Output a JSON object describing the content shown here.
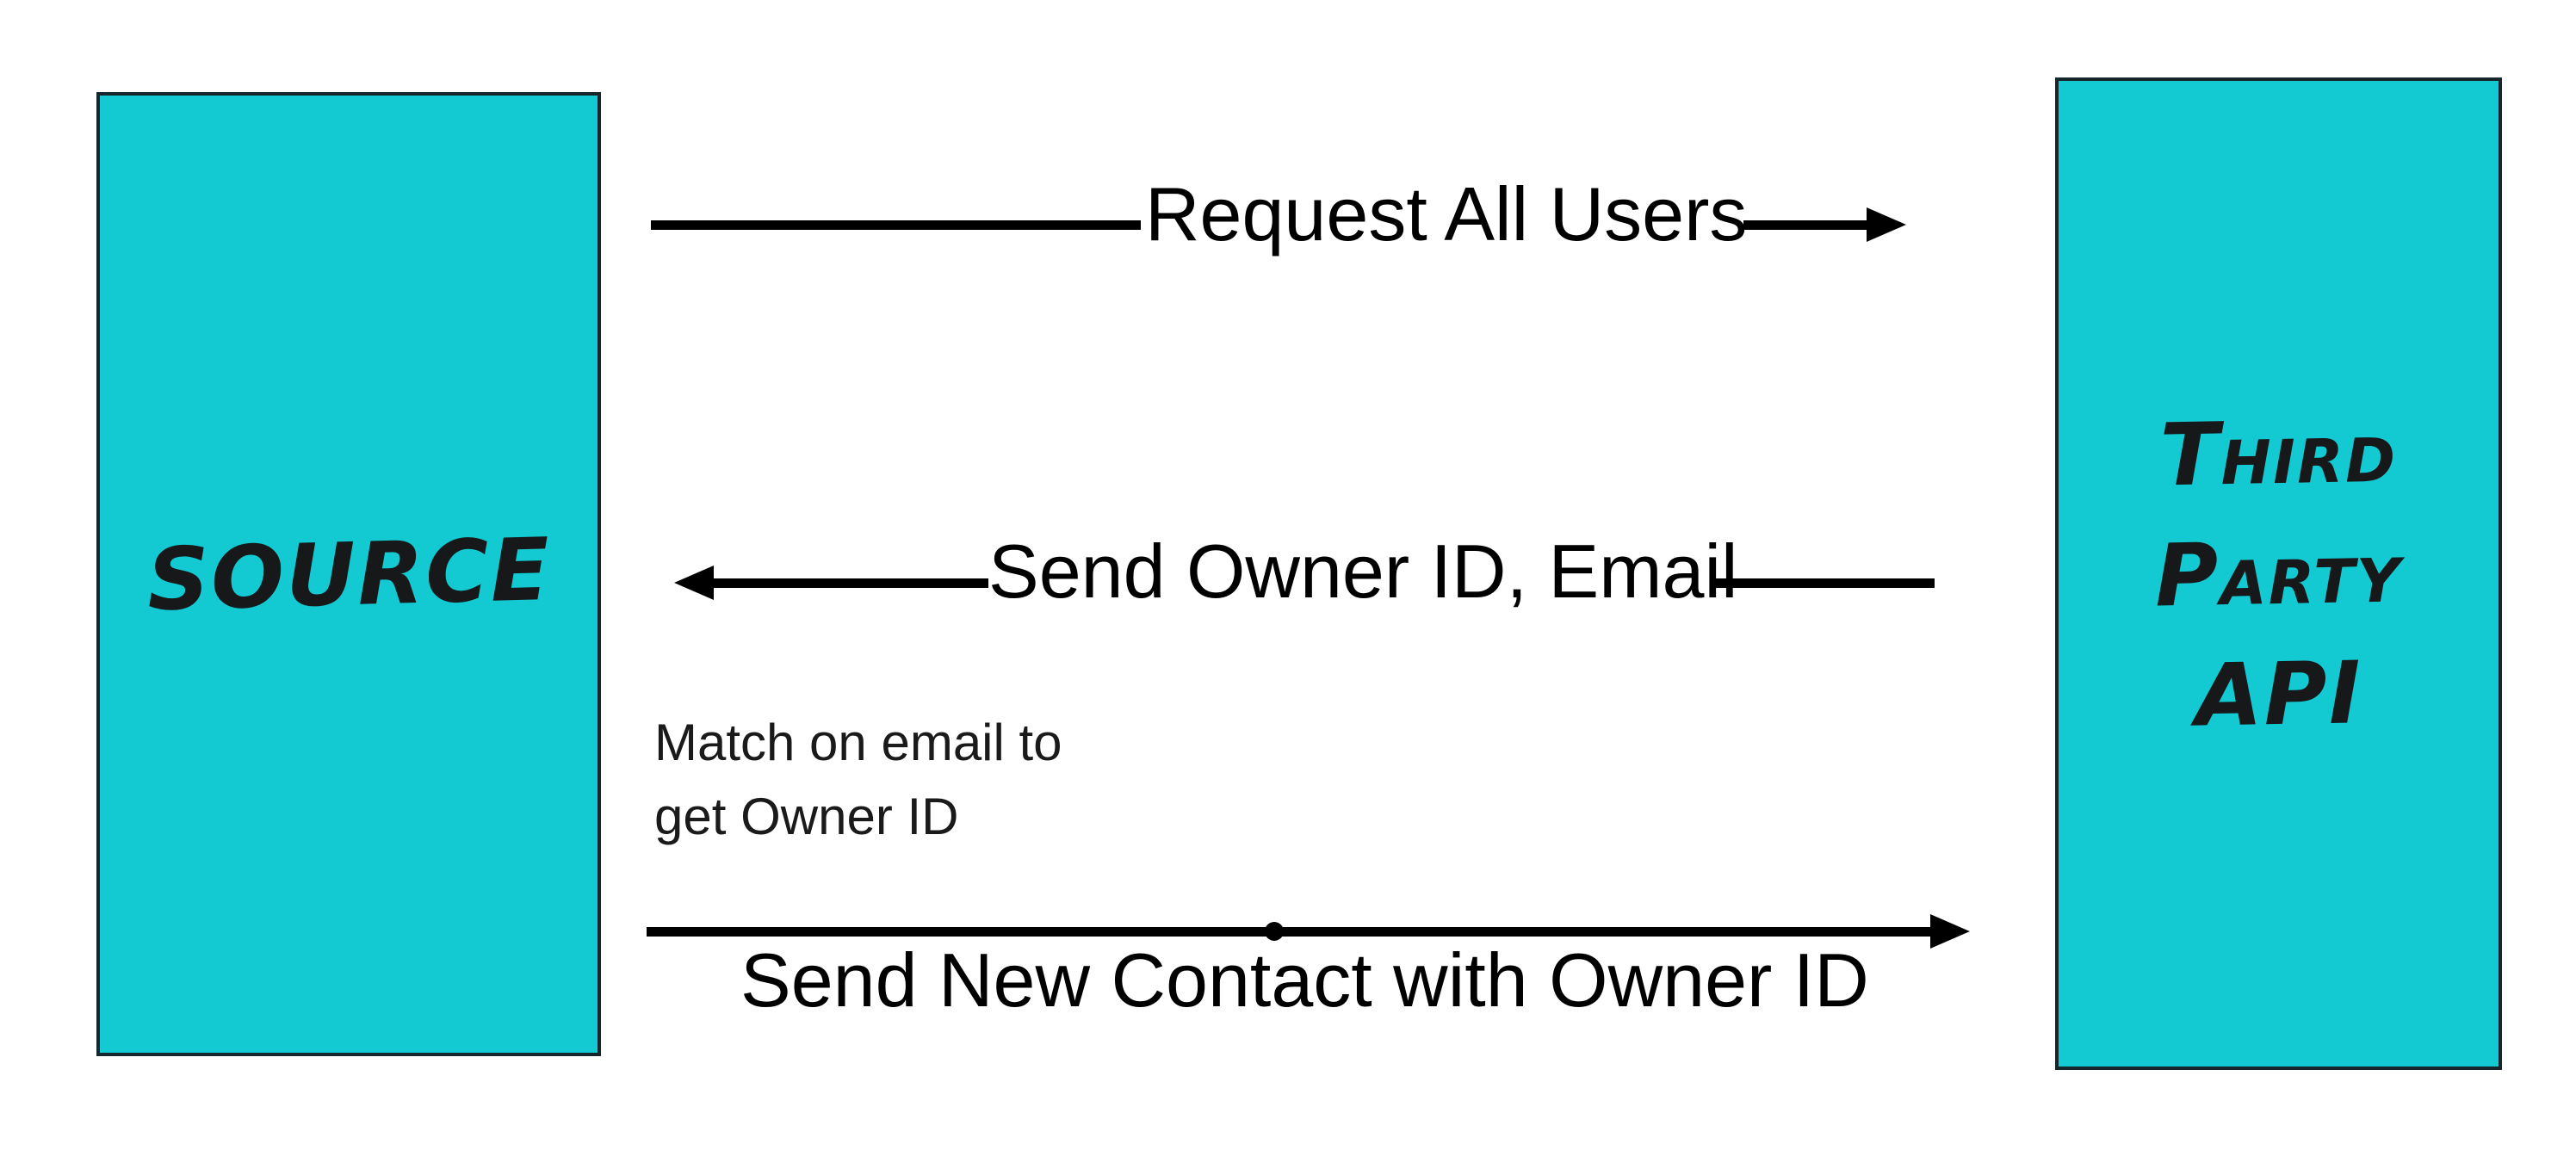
{
  "colors": {
    "node_fill": "#13cad3",
    "node_border": "#15262c",
    "line": "#000000",
    "text": "#000000"
  },
  "nodes": {
    "source": {
      "label": "SOURCE"
    },
    "third_party_api": {
      "lines": [
        "Third",
        "Party",
        "API"
      ]
    }
  },
  "messages": [
    {
      "id": "request-all-users",
      "label": "Request All Users",
      "direction": "right"
    },
    {
      "id": "send-owner-id-email",
      "label": "Send Owner ID, Email",
      "direction": "left"
    },
    {
      "id": "send-new-contact",
      "label": "Send New Contact with Owner ID",
      "direction": "right"
    }
  ],
  "annotation": {
    "lines": [
      "Match on email to",
      "get Owner ID"
    ]
  }
}
